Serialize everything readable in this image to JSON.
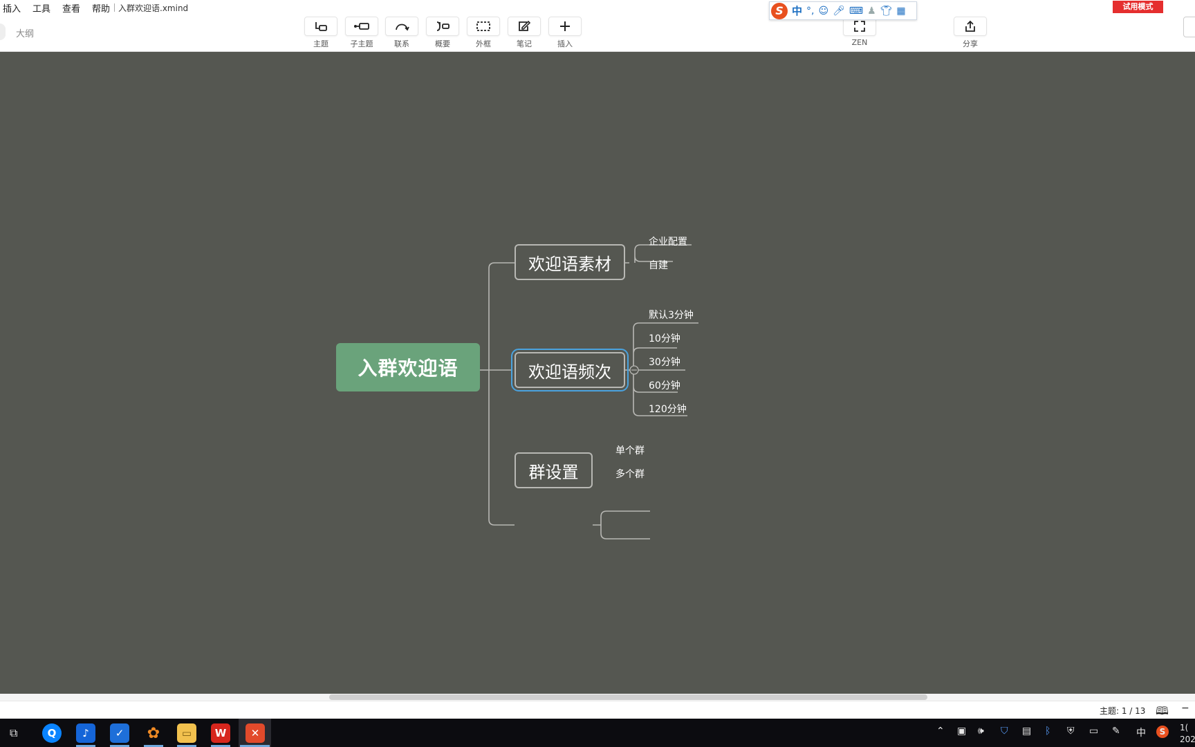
{
  "menu": {
    "items": [
      "插入",
      "工具",
      "查看",
      "帮助"
    ]
  },
  "window": {
    "file_name": "入群欢迎语.xmind",
    "trial_badge": "试用模式"
  },
  "sidebar": {
    "outline_label": "大纲"
  },
  "toolbar": {
    "tools": [
      {
        "label": "主题",
        "icon": "topic-icon"
      },
      {
        "label": "子主题",
        "icon": "subtopic-icon"
      },
      {
        "label": "联系",
        "icon": "relationship-icon"
      },
      {
        "label": "概要",
        "icon": "summary-icon"
      },
      {
        "label": "外框",
        "icon": "boundary-icon"
      },
      {
        "label": "笔记",
        "icon": "note-icon"
      },
      {
        "label": "插入",
        "icon": "plus-icon"
      }
    ],
    "zen_label": "ZEN",
    "share_label": "分享"
  },
  "ime": {
    "lang": "中",
    "punct": "°,"
  },
  "mindmap": {
    "root": "入群欢迎语",
    "branches": [
      {
        "title": "欢迎语素材",
        "children": [
          "企业配置",
          "自建"
        ]
      },
      {
        "title": "欢迎语频次",
        "selected": true,
        "children": [
          "默认3分钟",
          "10分钟",
          "30分钟",
          "60分钟",
          "120分钟"
        ]
      },
      {
        "title": "群设置",
        "children": [
          "单个群",
          "多个群"
        ]
      }
    ]
  },
  "status": {
    "topic_count": "主题: 1 / 13"
  },
  "taskbar": {
    "tray_lang": "中",
    "clock_line1": "1(",
    "clock_line2": "202"
  },
  "colors": {
    "canvas_bg": "#555751",
    "root_fill": "#6aa37b",
    "selection": "#4aa3df",
    "trial_red": "#e52e2e"
  }
}
